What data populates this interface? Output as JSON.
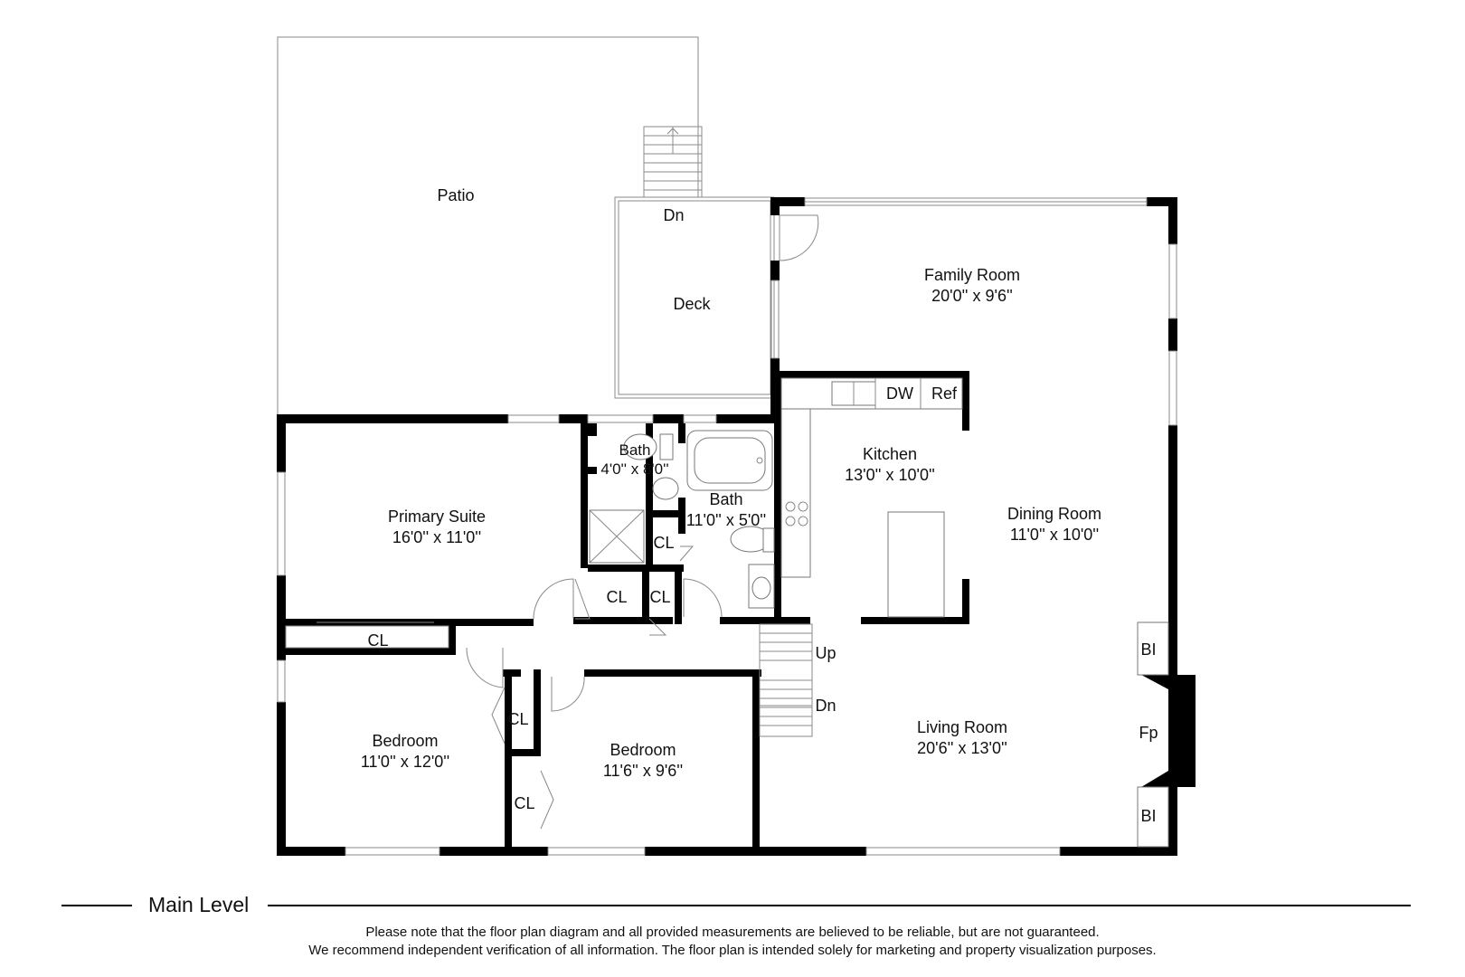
{
  "rooms": {
    "patio": {
      "name": "Patio"
    },
    "deck": {
      "name": "Deck"
    },
    "deck_stairs": {
      "label": "Dn"
    },
    "family_room": {
      "name": "Family Room",
      "size": "20'0'' x 9'6''"
    },
    "kitchen": {
      "name": "Kitchen",
      "size": "13'0'' x 10'0''"
    },
    "dining_room": {
      "name": "Dining Room",
      "size": "11'0'' x 10'0''"
    },
    "living_room": {
      "name": "Living Room",
      "size": "20'6'' x 13'0''"
    },
    "primary_suite": {
      "name": "Primary Suite",
      "size": "16'0'' x 11'0''"
    },
    "bath_small": {
      "name": "Bath",
      "size": "4'0'' x 8'0''"
    },
    "bath_main": {
      "name": "Bath",
      "size": "11'0'' x 5'0''"
    },
    "bedroom_1": {
      "name": "Bedroom",
      "size": "11'0'' x 12'0''"
    },
    "bedroom_2": {
      "name": "Bedroom",
      "size": "11'6'' x 9'6''"
    }
  },
  "fixtures": {
    "dw": "DW",
    "ref": "Ref",
    "closet": "CL",
    "stairs_up": "Up",
    "stairs_dn": "Dn",
    "builtin": "BI",
    "fireplace": "Fp"
  },
  "level_label": "Main Level",
  "disclaimer": {
    "line1": "Please note that the floor plan diagram and all provided measurements are believed to be reliable, but are not guaranteed.",
    "line2": "We recommend independent verification of all information. The floor plan is intended solely for marketing and property visualization purposes."
  }
}
